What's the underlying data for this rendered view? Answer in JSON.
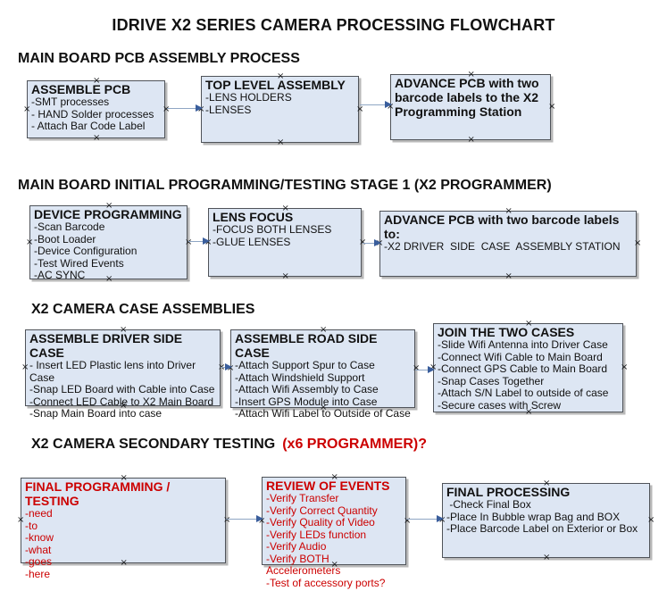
{
  "title": "IDRIVE X2  SERIES CAMERA PROCESSING FLOWCHART",
  "icons": {
    "connection_point": "×"
  },
  "colors": {
    "box_fill": "#dde6f3",
    "box_border": "#4f5359",
    "arrow_line": "#8fa6c4",
    "arrow_head": "#3a5e9c",
    "red_text": "#cc0000",
    "text_black": "#111111"
  },
  "sections": [
    {
      "heading": "MAIN BOARD PCB ASSEMBLY PROCESS",
      "heading_suffix": "",
      "boxes": [
        {
          "title": "ASSEMBLE PCB",
          "items": [
            "-SMT processes",
            "- HAND Solder processes",
            "- Attach Bar Code Label"
          ]
        },
        {
          "title": "TOP LEVEL ASSEMBLY",
          "items": [
            "-LENS HOLDERS",
            "-LENSES"
          ]
        },
        {
          "title": "ADVANCE PCB with two barcode labels to the X2 Programming Station",
          "items": []
        }
      ]
    },
    {
      "heading": "MAIN BOARD INITIAL PROGRAMMING/TESTING STAGE 1 (X2 PROGRAMMER)",
      "heading_suffix": "",
      "boxes": [
        {
          "title": "DEVICE PROGRAMMING",
          "items": [
            "-Scan Barcode",
            "-Boot Loader",
            "-Device Configuration",
            "-Test Wired Events",
            "-AC SYNC"
          ]
        },
        {
          "title": "LENS FOCUS",
          "items": [
            "-FOCUS BOTH LENSES",
            "-GLUE LENSES"
          ]
        },
        {
          "title": "ADVANCE PCB with two barcode labels to:",
          "items": [
            "-X2 DRIVER  SIDE  CASE  ASSEMBLY STATION"
          ]
        }
      ]
    },
    {
      "heading": "X2 CAMERA CASE ASSEMBLIES",
      "heading_suffix": "",
      "boxes": [
        {
          "title": "ASSEMBLE DRIVER SIDE CASE",
          "items": [
            "- Insert LED Plastic lens into Driver Case",
            "-Snap LED Board with Cable into Case",
            "-Connect LED Cable to X2 Main Board",
            "-Snap Main Board into case"
          ]
        },
        {
          "title": "ASSEMBLE ROAD SIDE CASE",
          "items": [
            "-Attach Support Spur to Case",
            "-Attach Windshield Support",
            "-Attach Wifi Assembly to Case",
            "-Insert GPS Module into Case",
            "-Attach Wifi Label to Outside of Case"
          ]
        },
        {
          "title": "JOIN THE TWO CASES",
          "items": [
            "-Slide Wifi Antenna into Driver Case",
            "-Connect Wifi Cable to Main Board",
            "-Connect GPS Cable to Main Board",
            "-Snap Cases Together",
            "-Attach S/N Label to outside of case",
            "-Secure cases with Screw"
          ]
        }
      ]
    },
    {
      "heading": "X2 CAMERA SECONDARY TESTING",
      "heading_suffix": "(x6 PROGRAMMER)?",
      "boxes": [
        {
          "title": "FINAL PROGRAMMING / TESTING",
          "items": [
            "-need",
            "-to",
            "-know",
            "-what",
            "-goes",
            "-here"
          ]
        },
        {
          "title": "REVIEW OF EVENTS",
          "items": [
            "-Verify Transfer",
            "-Verify Correct Quantity",
            "-Verify Quality of Video",
            "-Verify LEDs function",
            "-Verify Audio",
            "-Verify BOTH Accelerometers",
            "-Test of accessory ports?"
          ]
        },
        {
          "title": "FINAL PROCESSING",
          "items": [
            " -Check Final Box",
            "-Place In Bubble wrap Bag and BOX",
            "-Place Barcode Label on Exterior or Box"
          ]
        }
      ]
    }
  ]
}
